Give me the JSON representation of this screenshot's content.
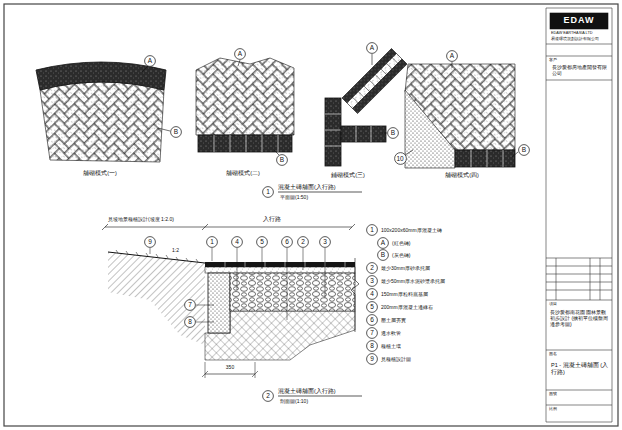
{
  "diagram": {
    "nodes": [
      {
        "text": [
          "A"
        ]
      },
      {
        "text": [
          "B"
        ]
      },
      {
        "text": [
          "A"
        ]
      },
      {
        "text": [
          "B"
        ]
      },
      {
        "text": [
          "A"
        ]
      },
      {
        "text": [
          "B"
        ]
      },
      {
        "text": [
          "A"
        ]
      },
      {
        "text": [
          "10"
        ]
      },
      {
        "text": [
          "B"
        ]
      },
      {
        "text": [
          "1"
        ]
      },
      {
        "text": [
          "9"
        ]
      },
      {
        "text": [
          "1"
        ]
      },
      {
        "text": [
          "4"
        ]
      },
      {
        "text": [
          "5"
        ]
      },
      {
        "text": [
          "6"
        ]
      },
      {
        "text": [
          "2"
        ]
      },
      {
        "text": [
          "3"
        ]
      },
      {
        "text": [
          "7"
        ]
      },
      {
        "text": [
          "8"
        ]
      },
      {
        "text": [
          "2"
        ]
      },
      {
        "text": [
          "1"
        ]
      },
      {
        "text": [
          "A"
        ]
      },
      {
        "text": [
          "B"
        ]
      },
      {
        "text": [
          "2"
        ]
      },
      {
        "text": [
          "3"
        ]
      },
      {
        "text": [
          "4"
        ]
      },
      {
        "text": [
          "5"
        ]
      },
      {
        "text": [
          "6"
        ]
      },
      {
        "text": [
          "7"
        ]
      },
      {
        "text": [
          "8"
        ]
      },
      {
        "text": [
          "9"
        ]
      }
    ],
    "labels": [
      "舖砌模式(一)",
      "舖砌模式(二)",
      "鋪砌模式(三)",
      "舖砌模式(四)",
      "混凝土磚舖面(入行路)",
      "平面圖(1:50)",
      "見坡地景種植設計(坡度 1:2.0)",
      "入行路",
      "1:2",
      "350",
      "混凝土磚舖面(入行路)",
      "剖面圖(1:10)",
      "100x200x60mm厚混凝土磚",
      "(紅色磚)",
      "(灰色磚)",
      "最少30mm厚砂承托層",
      "最少50mm厚水泥砂漿承托層",
      "150mm厚粒料底基層",
      "200mm厚混凝土邊緣石",
      "壓土層夯實",
      "透水軟管",
      "種植土壤",
      "見種植設計圖",
      "EDAW",
      "EDAW EARTHASIA LTD",
      "易道環境規劃設計有限公司",
      "客戶",
      "長沙愛都房地產開發有限公司",
      "項目",
      "長沙愛都南花園 園林景觀初步設計 (擴初單位樓盤周邊參考圖)",
      "圖名",
      "P1 - 混凝土磚舖面 (入行路)",
      "圖號",
      "比例"
    ]
  }
}
